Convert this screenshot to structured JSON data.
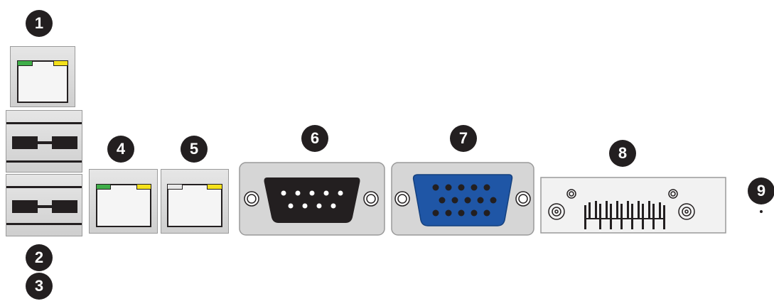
{
  "callouts": [
    "1",
    "2",
    "3",
    "4",
    "5",
    "6",
    "7",
    "8",
    "9"
  ],
  "colors": {
    "callout_bg": "#231f20",
    "callout_text": "#ffffff",
    "plate": "#d9d9d9",
    "led_green": "#3fae49",
    "led_yellow": "#f4e11b",
    "led_white": "#e8e8e8",
    "vga_blue": "#1f56a6",
    "connector_black": "#231f20"
  },
  "components": [
    {
      "callout": "1",
      "type": "rj45-port",
      "leds": [
        "green",
        "yellow"
      ]
    },
    {
      "callout": "2",
      "type": "usb-port"
    },
    {
      "callout": "3",
      "type": "usb-port"
    },
    {
      "callout": "4",
      "type": "rj45-port",
      "leds": [
        "green",
        "yellow"
      ]
    },
    {
      "callout": "5",
      "type": "rj45-port",
      "leds": [
        "white",
        "yellow"
      ]
    },
    {
      "callout": "6",
      "type": "serial-db9-port"
    },
    {
      "callout": "7",
      "type": "vga-port"
    },
    {
      "callout": "8",
      "type": "video-connector"
    },
    {
      "callout": "9",
      "type": "unit-id-switch"
    }
  ]
}
